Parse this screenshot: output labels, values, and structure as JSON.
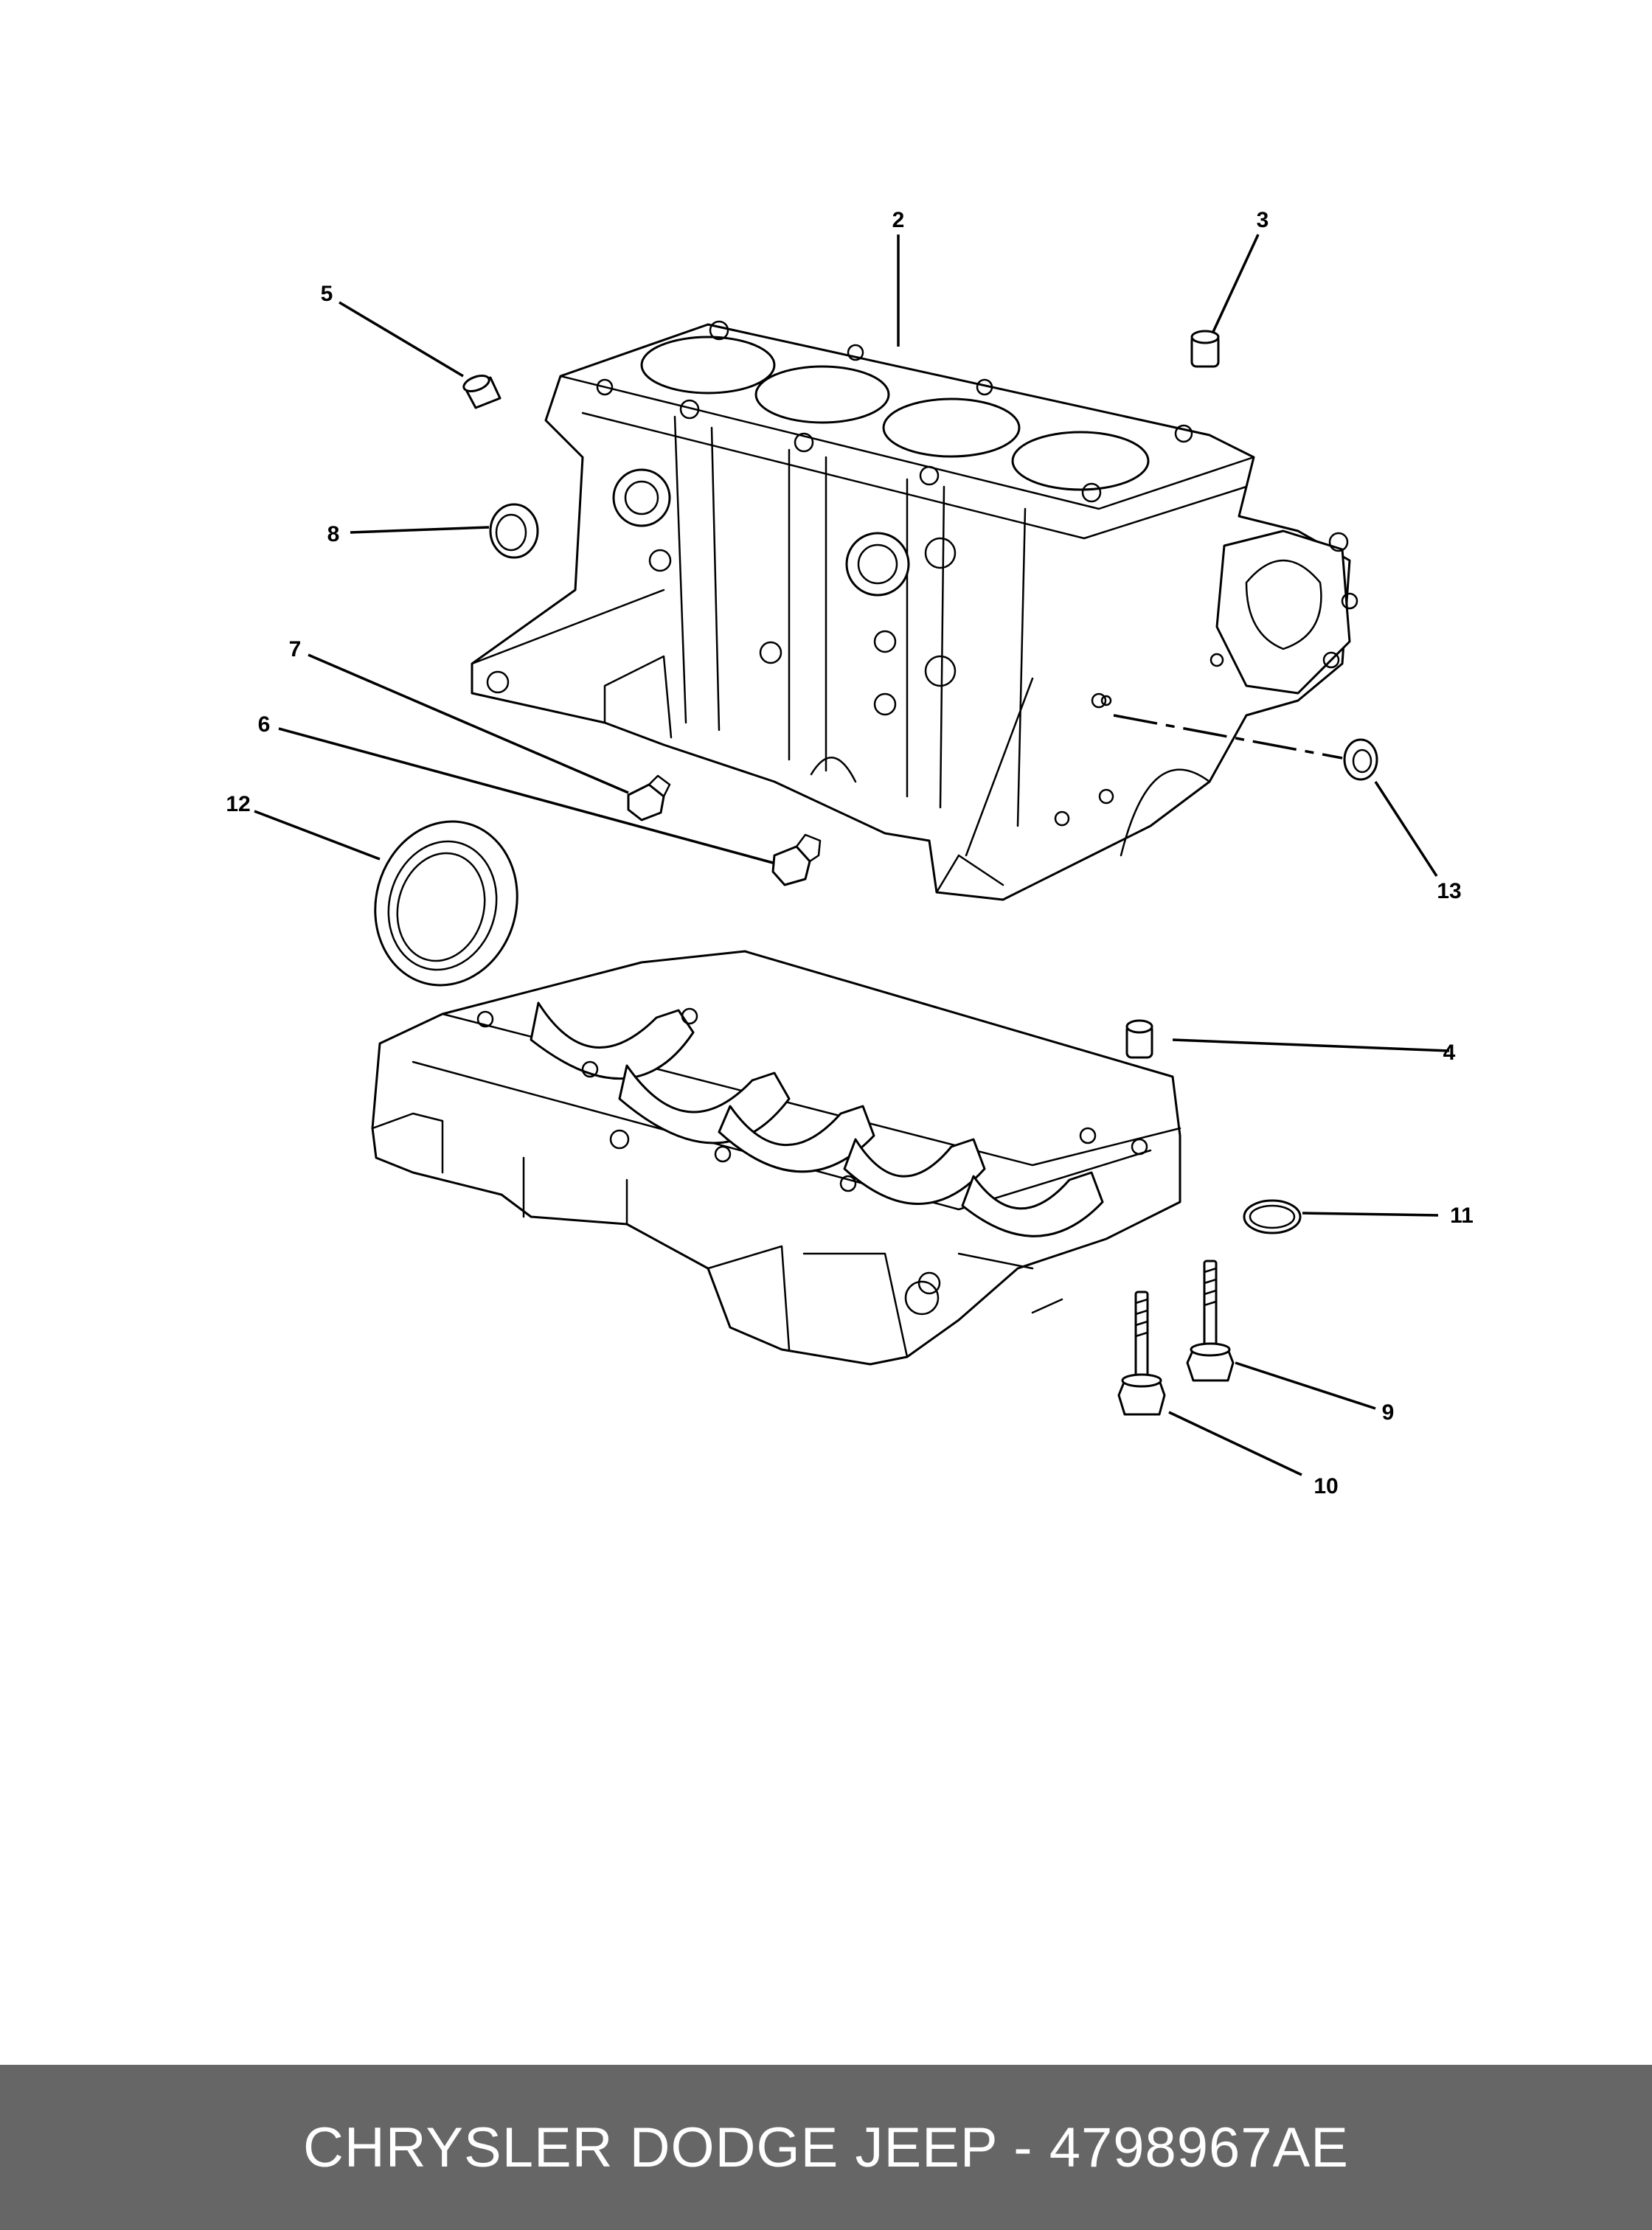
{
  "callouts": [
    {
      "id": "2",
      "label": "2"
    },
    {
      "id": "3",
      "label": "3"
    },
    {
      "id": "4",
      "label": "4"
    },
    {
      "id": "5",
      "label": "5"
    },
    {
      "id": "6",
      "label": "6"
    },
    {
      "id": "7",
      "label": "7"
    },
    {
      "id": "8",
      "label": "8"
    },
    {
      "id": "9",
      "label": "9"
    },
    {
      "id": "10",
      "label": "10"
    },
    {
      "id": "11",
      "label": "11"
    },
    {
      "id": "12",
      "label": "12"
    },
    {
      "id": "13",
      "label": "13"
    }
  ],
  "footer": {
    "text": "CHRYSLER DODGE JEEP - 4798967AE",
    "background": "#666666",
    "color": "#ffffff"
  }
}
